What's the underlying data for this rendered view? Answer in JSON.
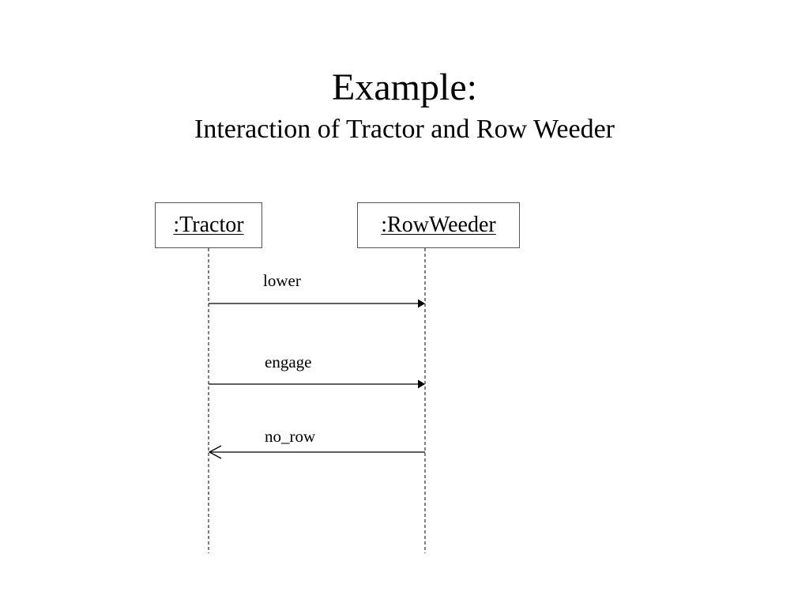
{
  "slide": {
    "title": "Example:",
    "subtitle": "Interaction of Tractor and Row Weeder"
  },
  "lifelines": [
    {
      "id": "tractor",
      "label": ":Tractor"
    },
    {
      "id": "rowweeder",
      "label": ":RowWeeder"
    }
  ],
  "messages": [
    {
      "label": "lower",
      "from": "tractor",
      "to": "rowweeder",
      "type": "synchronous"
    },
    {
      "label": "engage",
      "from": "tractor",
      "to": "rowweeder",
      "type": "synchronous"
    },
    {
      "label": "no_row",
      "from": "rowweeder",
      "to": "tractor",
      "type": "asynchronous"
    }
  ]
}
